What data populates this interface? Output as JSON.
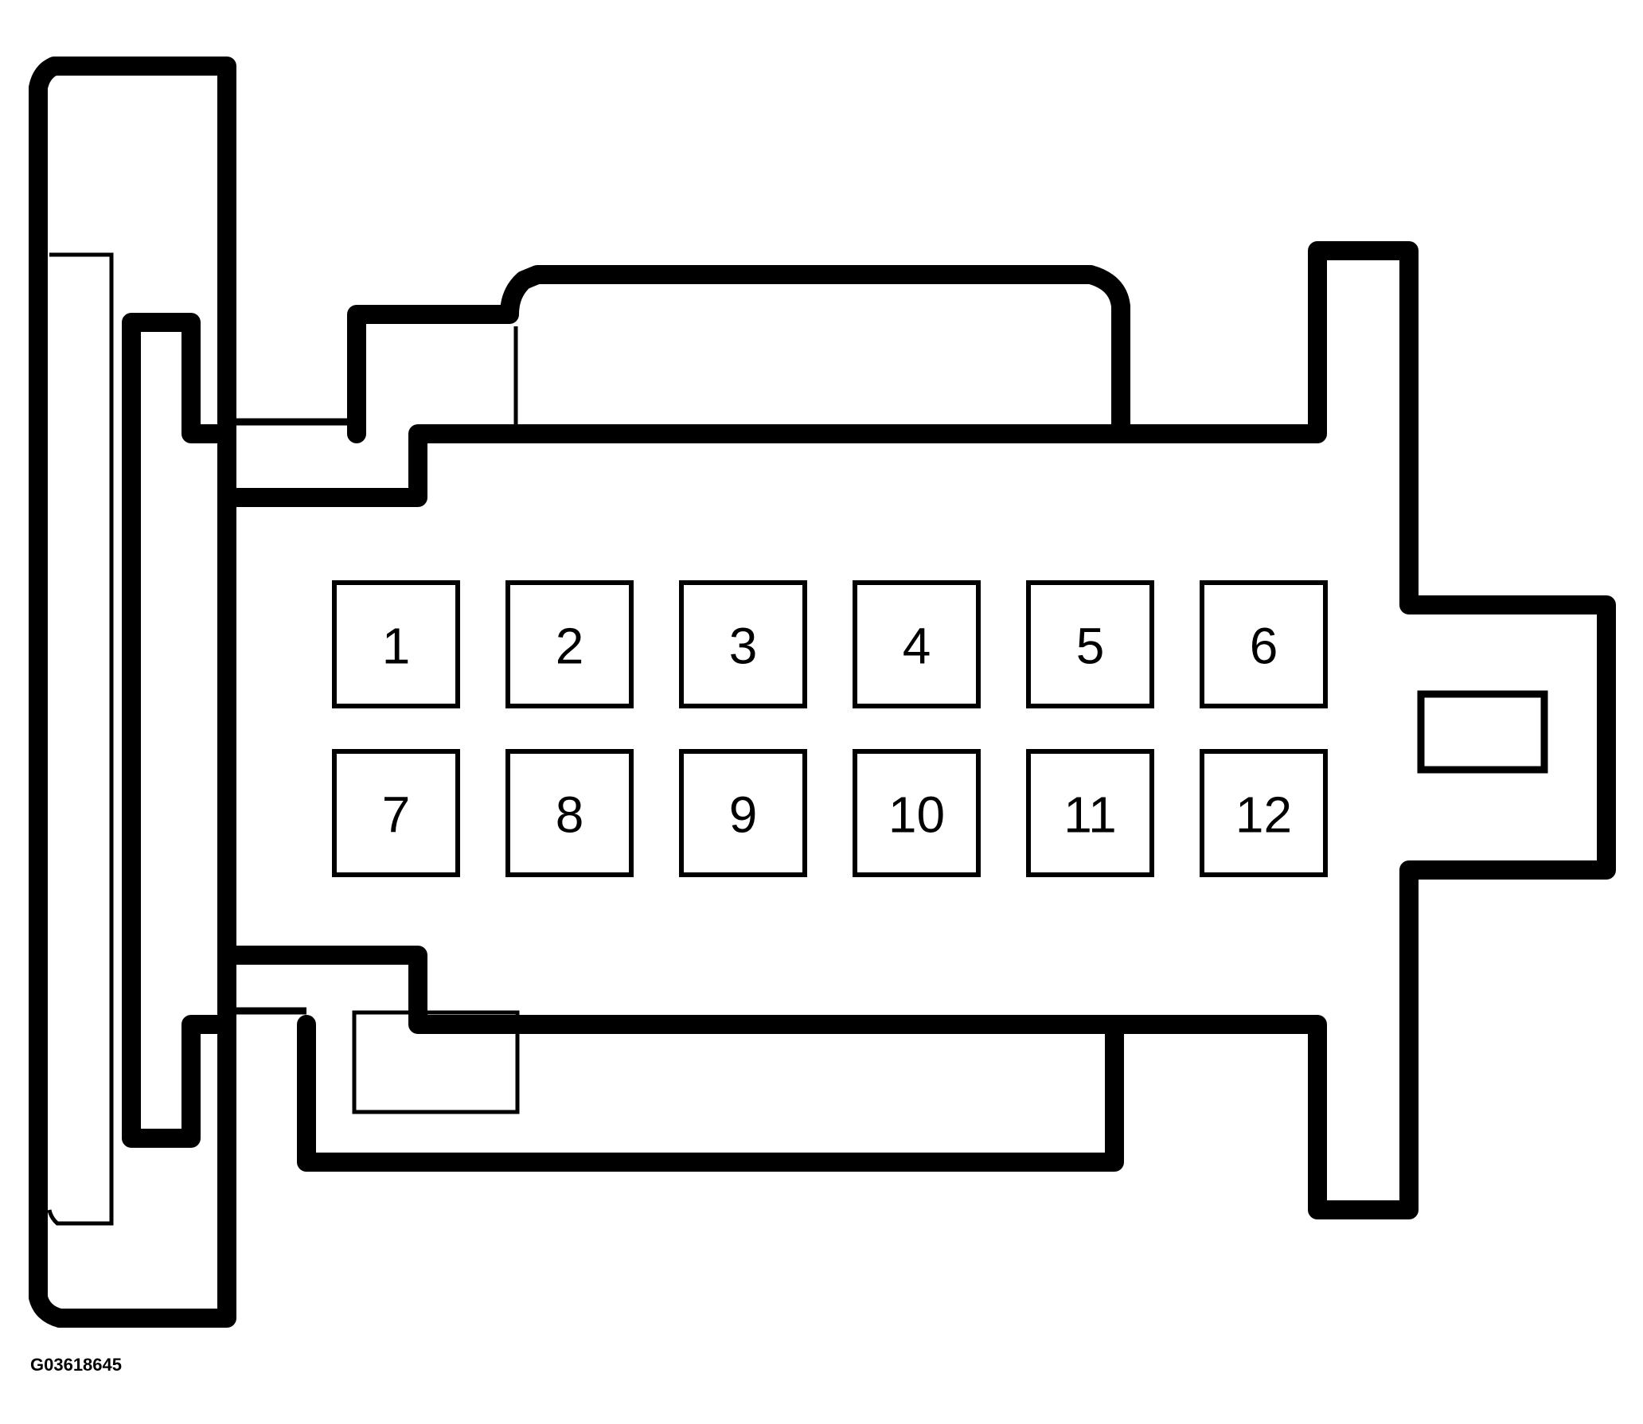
{
  "diagram": {
    "reference_code": "G03618645",
    "pins": [
      {
        "label": "1"
      },
      {
        "label": "2"
      },
      {
        "label": "3"
      },
      {
        "label": "4"
      },
      {
        "label": "5"
      },
      {
        "label": "6"
      },
      {
        "label": "7"
      },
      {
        "label": "8"
      },
      {
        "label": "9"
      },
      {
        "label": "10"
      },
      {
        "label": "11"
      },
      {
        "label": "12"
      }
    ]
  }
}
